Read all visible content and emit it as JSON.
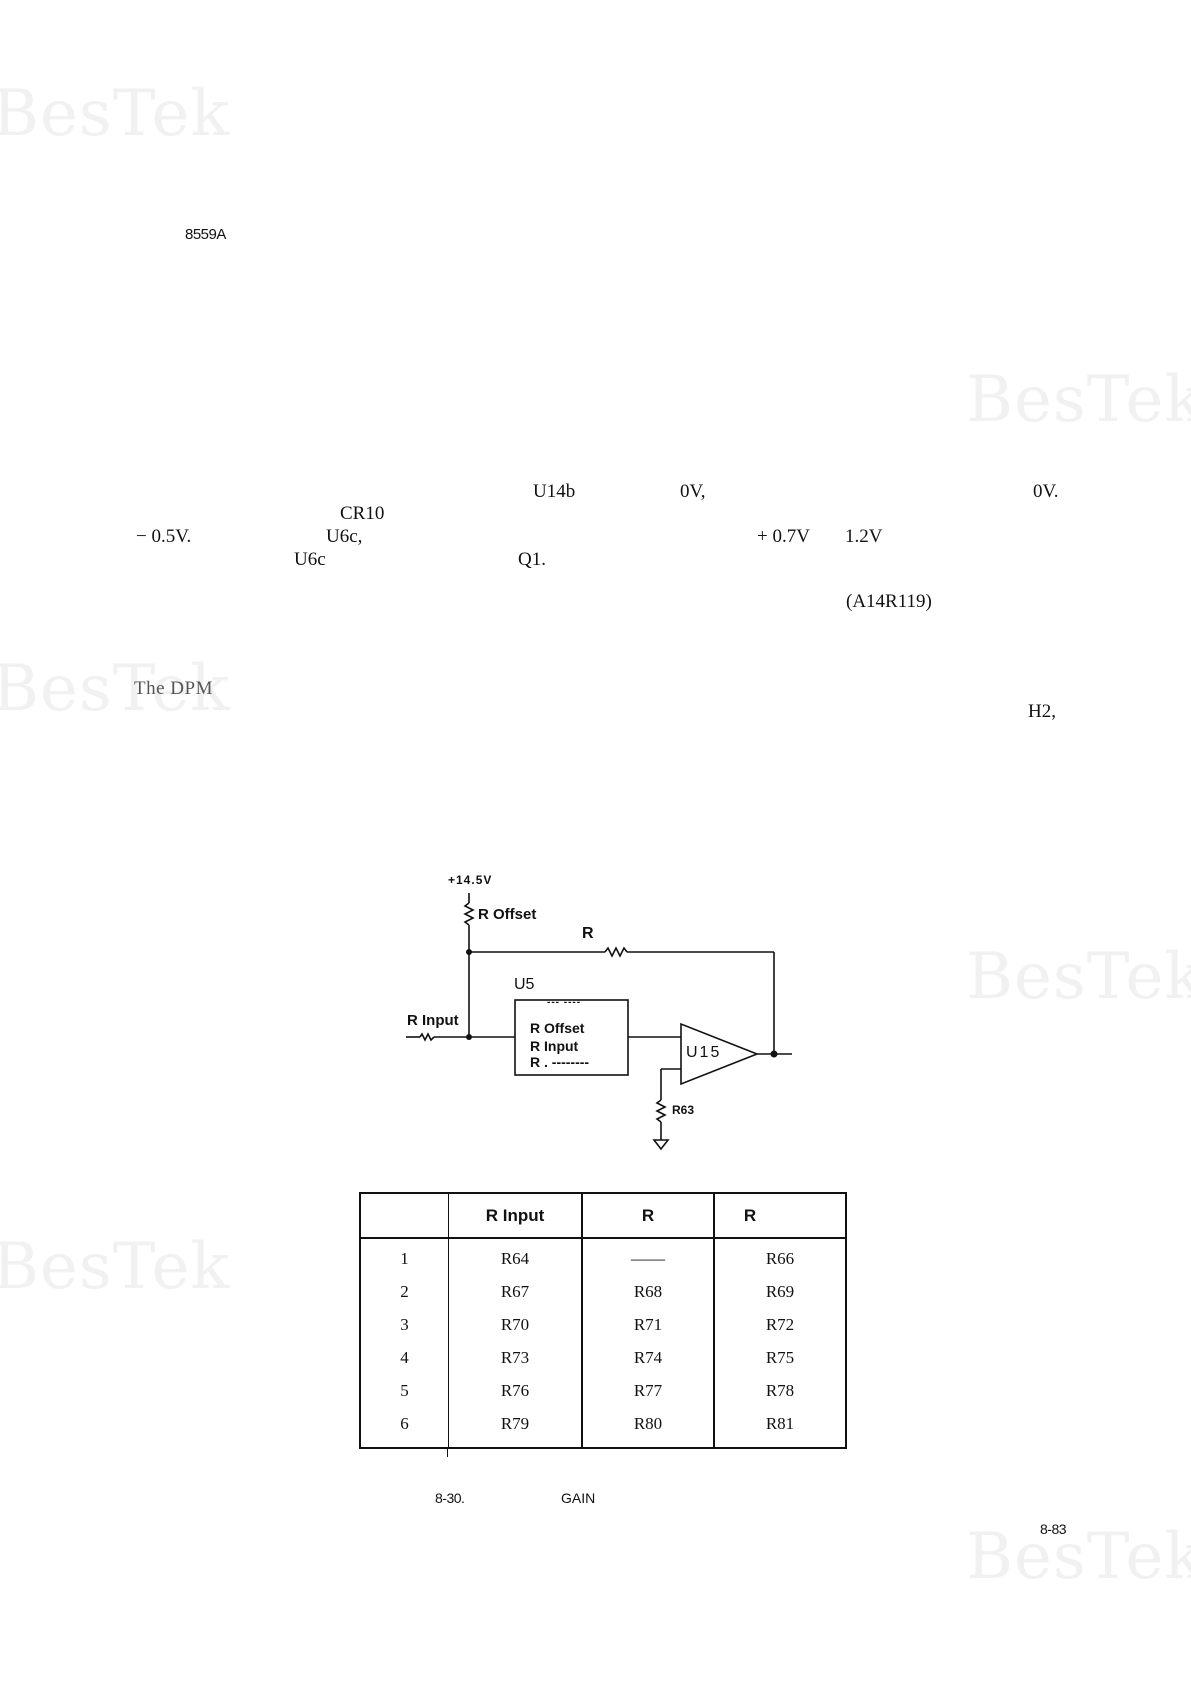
{
  "watermark": "BesTek",
  "header": {
    "model": "8559A"
  },
  "text_fragments": {
    "u14b": "U14b",
    "ov_1": "0V,",
    "ov_2": "0V.",
    "cr10": "CR10",
    "neg_05": "− 0.5V.",
    "u6c_comma": "U6c,",
    "pos_07": "+ 0.7V",
    "v12": "1.2V",
    "u6c": "U6c",
    "q1": "Q1.",
    "a14r119": "(A14R119)",
    "the_dpm": "The DPM",
    "h2": "H2,"
  },
  "schematic": {
    "supply": "+14.5V",
    "r_offset_top": "R Offset",
    "r_feedback": "R",
    "u5_label": "U5",
    "u5_box_dashes": "--- ----",
    "u5_r_offset": "R Offset",
    "u5_r_input": "R Input",
    "u5_r_blank": "R . --------",
    "r_input_left": "R Input",
    "amp": "U15",
    "r63": "R63"
  },
  "table": {
    "headers": [
      "",
      "R Input",
      "R",
      "R"
    ],
    "rows": [
      [
        "1",
        "R64",
        "——",
        "R66"
      ],
      [
        "2",
        "R67",
        "R68",
        "R69"
      ],
      [
        "3",
        "R70",
        "R71",
        "R72"
      ],
      [
        "4",
        "R73",
        "R74",
        "R75"
      ],
      [
        "5",
        "R76",
        "R77",
        "R78"
      ],
      [
        "6",
        "R79",
        "R80",
        "R81"
      ]
    ]
  },
  "caption": {
    "figure_number": "8-30.",
    "word": "GAIN"
  },
  "footer": {
    "page_number": "8-83"
  }
}
